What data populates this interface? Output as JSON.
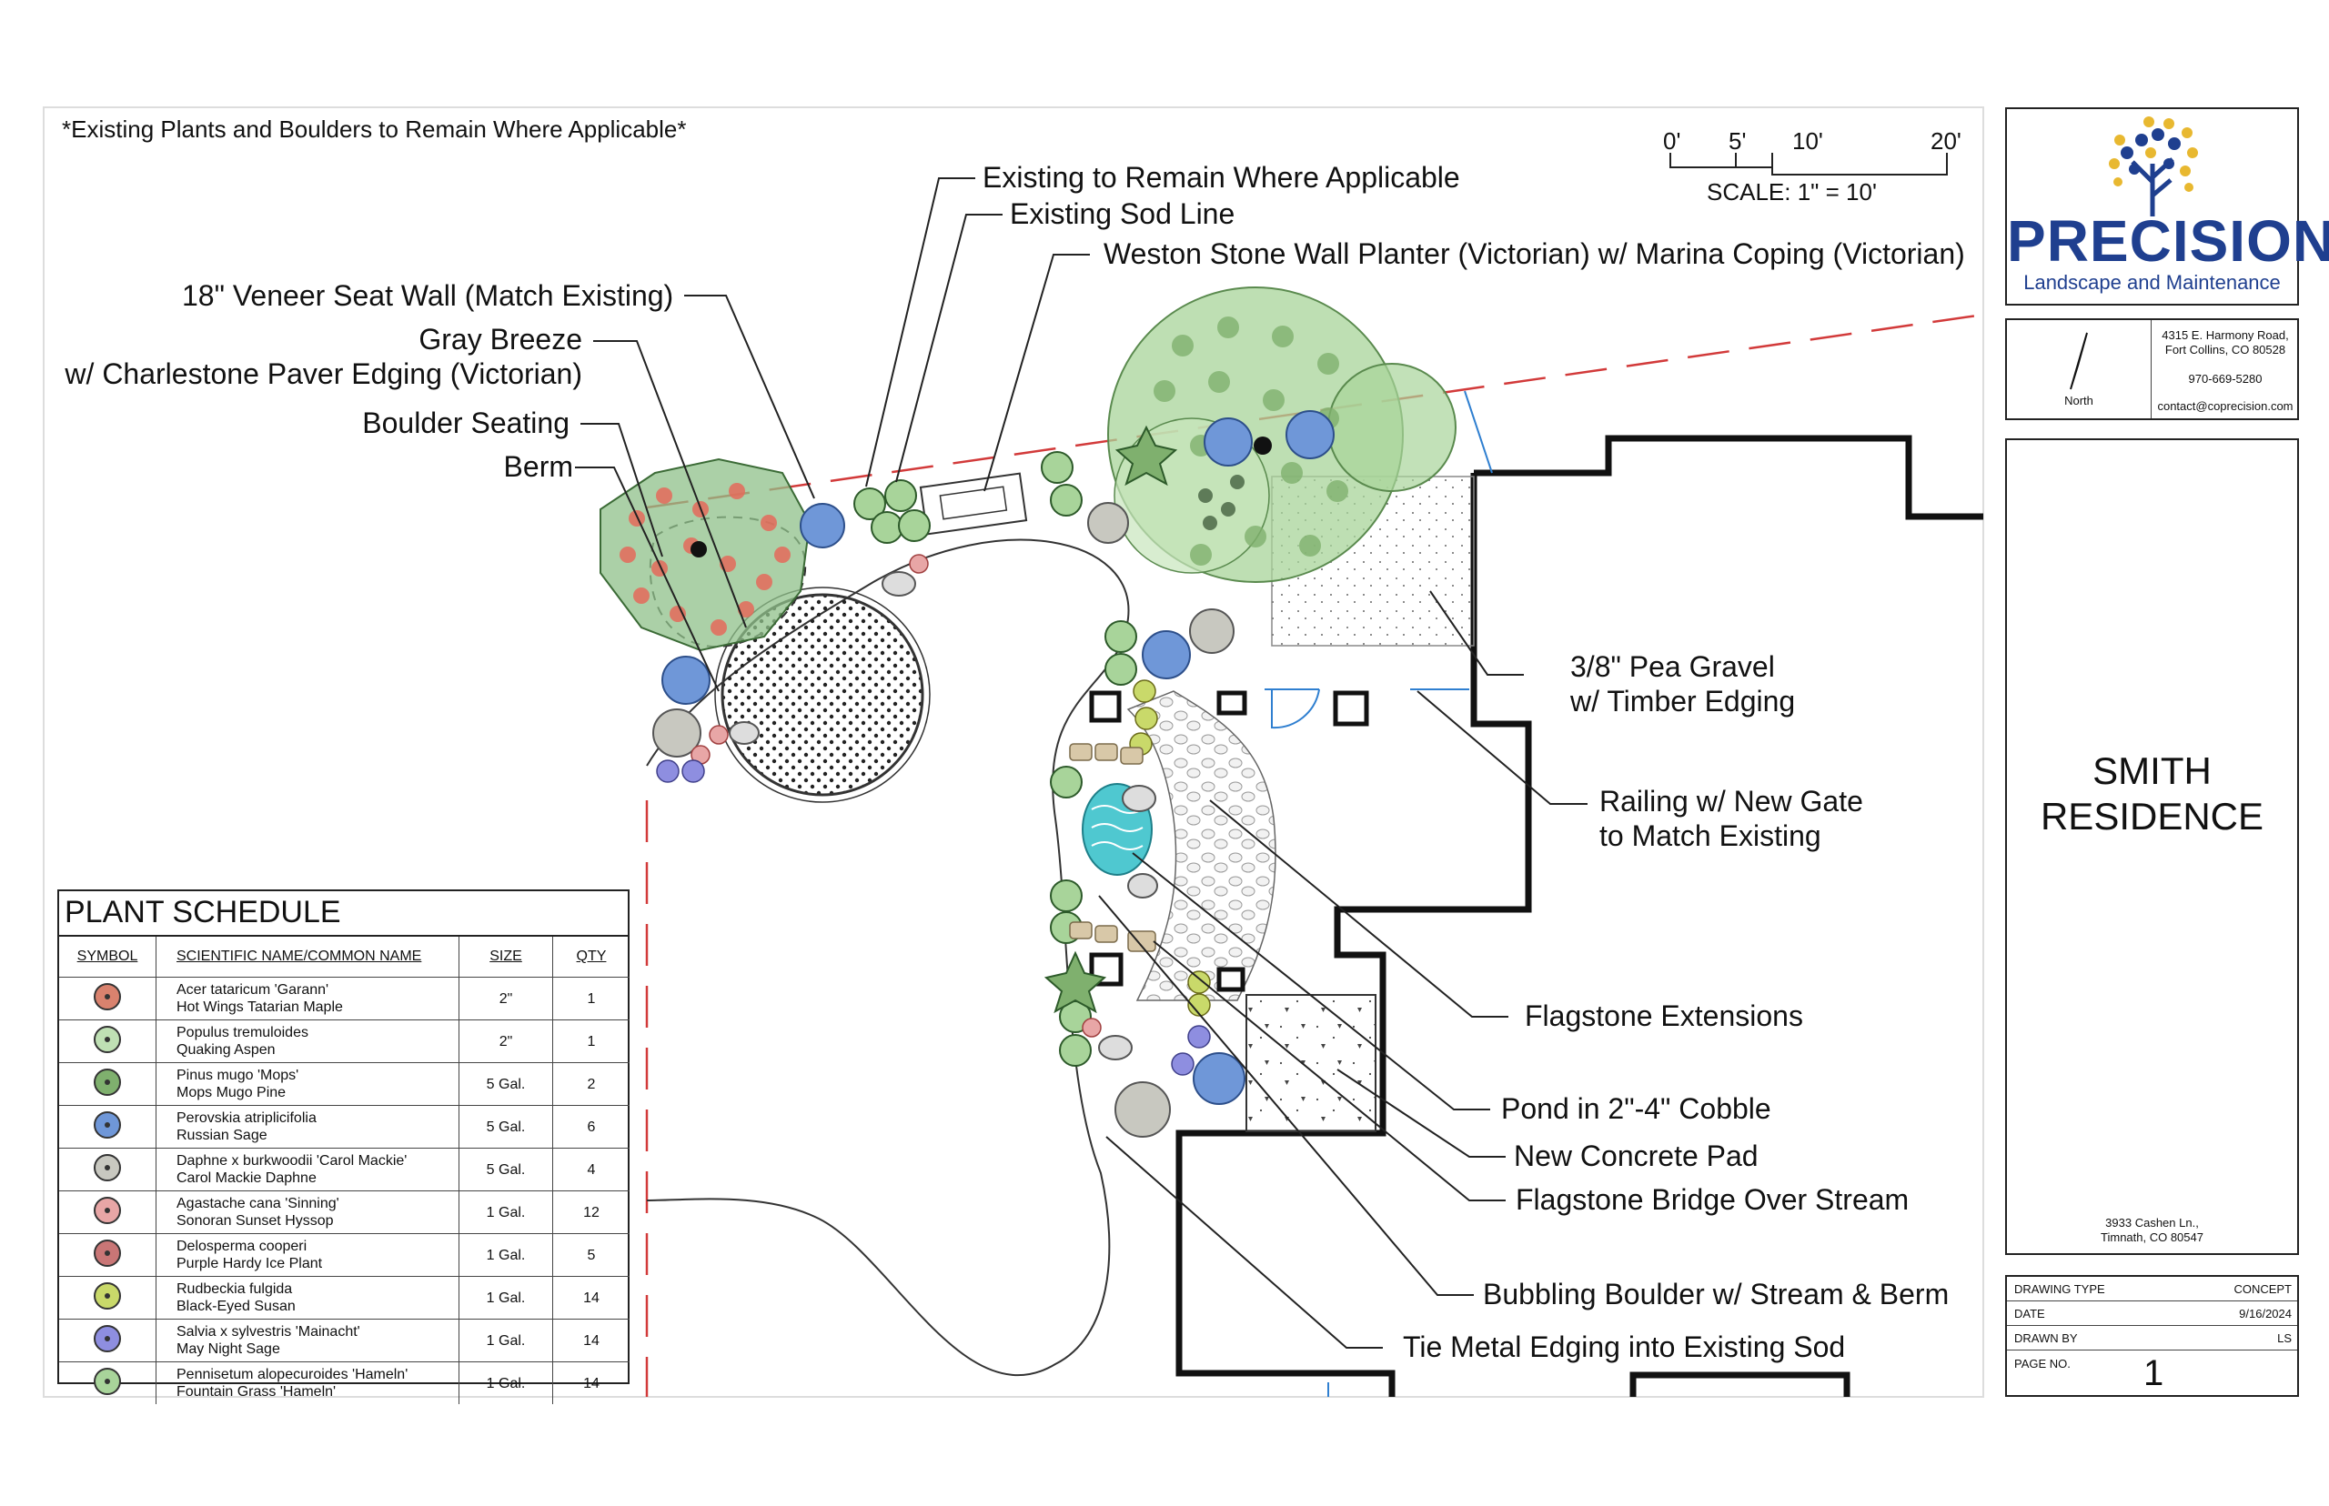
{
  "header_note": "*Existing Plants and Boulders to Remain Where Applicable*",
  "scale": {
    "ticks": [
      "0'",
      "5'",
      "10'",
      "20'"
    ],
    "label": "SCALE: 1\" = 10'"
  },
  "callouts": {
    "existing_remain": "Existing to Remain Where Applicable",
    "existing_sod": "Existing Sod Line",
    "weston_wall": "Weston Stone Wall Planter (Victorian) w/ Marina Coping (Victorian)",
    "seat_wall": "18\" Veneer Seat Wall (Match Existing)",
    "gray_breeze_1": "Gray Breeze",
    "gray_breeze_2": "w/ Charlestone Paver Edging (Victorian)",
    "boulder_seating": "Boulder Seating",
    "berm": "Berm",
    "pea_gravel_frac": "3/8\"",
    "pea_gravel_1": " Pea Gravel",
    "pea_gravel_2": "w/ Timber Edging",
    "railing_1": "Railing w/ New Gate",
    "railing_2": "to Match Existing",
    "flagstone_ext": "Flagstone Extensions",
    "pond": "Pond in 2\"-4\" Cobble",
    "concrete_pad": "New Concrete Pad",
    "flagstone_bridge": "Flagstone Bridge Over Stream",
    "bubbling_boulder": "Bubbling Boulder w/ Stream & Berm",
    "tie_metal": "Tie Metal Edging into Existing Sod"
  },
  "plant_schedule": {
    "title": "PLANT SCHEDULE",
    "headers": {
      "symbol": "SYMBOL",
      "name": "SCIENTIFIC NAME/COMMON NAME",
      "size": "SIZE",
      "qty": "QTY"
    },
    "rows": [
      {
        "sci": "Acer tataricum 'Garann'",
        "common": "Hot Wings Tatarian Maple",
        "size": "2\"",
        "qty": "1",
        "color": "#d9826e"
      },
      {
        "sci": "Populus tremuloides",
        "common": "Quaking Aspen",
        "size": "2\"",
        "qty": "1",
        "color": "#bfe0b4"
      },
      {
        "sci": "Pinus mugo 'Mops'",
        "common": "Mops Mugo Pine",
        "size": "5 Gal.",
        "qty": "2",
        "color": "#7fb06e"
      },
      {
        "sci": "Perovskia atriplicifolia",
        "common": "Russian Sage",
        "size": "5 Gal.",
        "qty": "6",
        "color": "#6f97d8"
      },
      {
        "sci": "Daphne x burkwoodii 'Carol Mackie'",
        "common": "Carol Mackie Daphne",
        "size": "5 Gal.",
        "qty": "4",
        "color": "#c8c8c0"
      },
      {
        "sci": "Agastache cana 'Sinning'",
        "common": "Sonoran Sunset Hyssop",
        "size": "1 Gal.",
        "qty": "12",
        "color": "#e8a6a6"
      },
      {
        "sci": "Delosperma cooperi",
        "common": "Purple Hardy Ice Plant",
        "size": "1 Gal.",
        "qty": "5",
        "color": "#c97676"
      },
      {
        "sci": "Rudbeckia fulgida",
        "common": "Black-Eyed Susan",
        "size": "1 Gal.",
        "qty": "14",
        "color": "#c9d96a"
      },
      {
        "sci": "Salvia x sylvestris 'Mainacht'",
        "common": "May Night Sage",
        "size": "1 Gal.",
        "qty": "14",
        "color": "#8e8ee0"
      },
      {
        "sci": "Pennisetum alopecuroides 'Hameln'",
        "common": "Fountain Grass 'Hameln'",
        "size": "1 Gal.",
        "qty": "14",
        "color": "#a8d49a"
      }
    ]
  },
  "title_block": {
    "company": "PRECISION",
    "company_sub": "Landscape and Maintenance",
    "address_1": "4315 E. Harmony Road,",
    "address_2": "Fort Collins, CO 80528",
    "phone": "970-669-5280",
    "email": "contact@coprecision.com",
    "north_label": "North",
    "project_1": "SMITH",
    "project_2": "RESIDENCE",
    "site_address_1": "3933 Cashen Ln.,",
    "site_address_2": "Timnath, CO 80547",
    "drawing_type_label": "DRAWING TYPE",
    "drawing_type": "CONCEPT",
    "date_label": "DATE",
    "date": "9/16/2024",
    "drawn_by_label": "DRAWN BY",
    "drawn_by": "LS",
    "page_label": "PAGE NO.",
    "page": "1"
  },
  "colors": {
    "brand_blue": "#1f3f8f",
    "brand_gold": "#e8b830",
    "property_line": "#d23a3a",
    "railing": "#2f7fd0",
    "pond": "#4fc8d0"
  }
}
